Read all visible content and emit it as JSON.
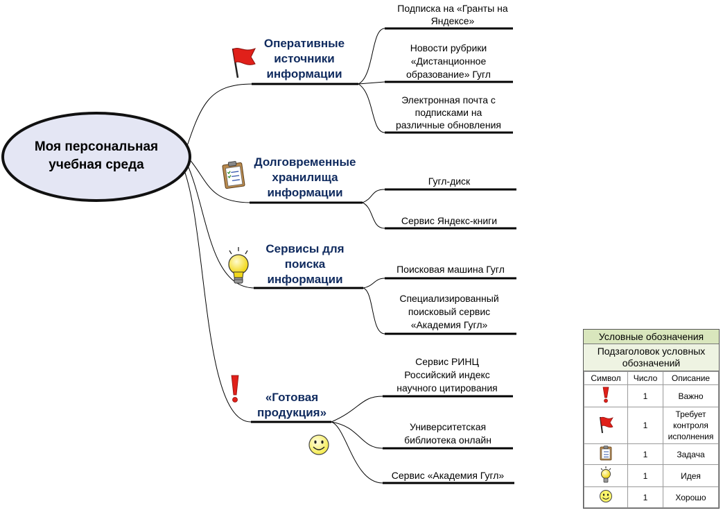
{
  "root": {
    "lines": [
      "Моя персональная",
      "учебная среда"
    ]
  },
  "branches": [
    {
      "title_lines": [
        "Оперативные",
        "источники",
        "информации"
      ],
      "icon": "red-flag-icon",
      "leaves": [
        {
          "lines": [
            "Подписка на «Гранты на",
            "Яндексе»"
          ]
        },
        {
          "lines": [
            "Новости рубрики",
            "«Дистанционное",
            "образование» Гугл"
          ]
        },
        {
          "lines": [
            "Электронная почта с",
            "подписками на",
            "различные обновления"
          ]
        }
      ]
    },
    {
      "title_lines": [
        "Долговременные",
        "хранилища",
        "информации"
      ],
      "icon": "clipboard-task-icon",
      "leaves": [
        {
          "lines": [
            "Гугл-диск"
          ]
        },
        {
          "lines": [
            "Сервис Яндекс-книги"
          ]
        }
      ]
    },
    {
      "title_lines": [
        "Сервисы для",
        "поиска",
        "информации"
      ],
      "icon": "lightbulb-idea-icon",
      "leaves": [
        {
          "lines": [
            "Поисковая машина Гугл"
          ]
        },
        {
          "lines": [
            "Специализированный",
            "поисковый сервис",
            "«Академия Гугл»"
          ]
        }
      ]
    },
    {
      "title_lines": [
        "«Готовая",
        "продукция»"
      ],
      "icon": "exclamation-important-icon",
      "extra_icon": "smiley-good-icon",
      "leaves": [
        {
          "lines": [
            "Сервис РИНЦ",
            "Российский индекс",
            "научного цитирования"
          ]
        },
        {
          "lines": [
            "Университетская",
            "библиотека онлайн"
          ]
        },
        {
          "lines": [
            "Сервис «Академия Гугл»"
          ]
        }
      ]
    }
  ],
  "legend": {
    "title": "Условные обозначения",
    "subtitle": "Подзаголовок условных обозначений",
    "headers": [
      "Символ",
      "Число",
      "Описание"
    ],
    "rows": [
      {
        "icon": "exclamation-icon",
        "count": "1",
        "desc": "Важно"
      },
      {
        "icon": "red-flag-icon",
        "count": "1",
        "desc": "Требует контроля исполнения"
      },
      {
        "icon": "clipboard-task-icon",
        "count": "1",
        "desc": "Задача"
      },
      {
        "icon": "lightbulb-idea-icon",
        "count": "1",
        "desc": "Идея"
      },
      {
        "icon": "smiley-good-icon",
        "count": "1",
        "desc": "Хорошо"
      }
    ]
  },
  "colors": {
    "root_fill": "#e4e6f4",
    "branch_text": "#0f2a5e",
    "flag_red": "#e0201a",
    "bulb_yellow": "#f6e21e",
    "smiley_yellow": "#fbf56a",
    "legend_header": "#d9e6bd"
  }
}
